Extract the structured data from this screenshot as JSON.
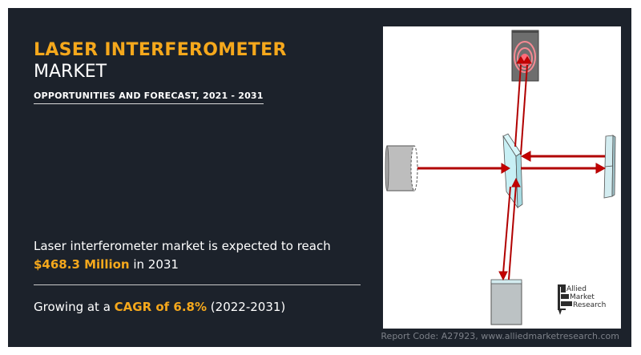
{
  "header": {
    "title_highlight": "LASER INTERFEROMETER",
    "title_rest": "MARKET",
    "subtitle": "OPPORTUNITIES AND FORECAST, 2021 - 2031"
  },
  "stats": {
    "market_size": {
      "prefix": "Laser interferometer market is expected to reach ",
      "value": "$468.3 Million",
      "suffix": " in 2031"
    },
    "growth": {
      "prefix": "Growing at a ",
      "value": "CAGR of 6.8%",
      "suffix": " (2022-2031)"
    }
  },
  "illustration": {
    "description": "Michelson interferometer diagram",
    "components": [
      "laser-source",
      "beam-splitter",
      "fixed-mirror",
      "moving-mirror",
      "detector-screen"
    ],
    "beam_color": "#c00000",
    "glass_color": "#c8f0f5"
  },
  "logo": {
    "line1": "Allied",
    "line2": "Market",
    "line3": "Research"
  },
  "footer": {
    "text": "Report Code: A27923, www.alliedmarketresearch.com"
  },
  "colors": {
    "background": "#1c222b",
    "accent": "#f5a81c",
    "text": "#ffffff",
    "footer_text": "#7c8088"
  }
}
